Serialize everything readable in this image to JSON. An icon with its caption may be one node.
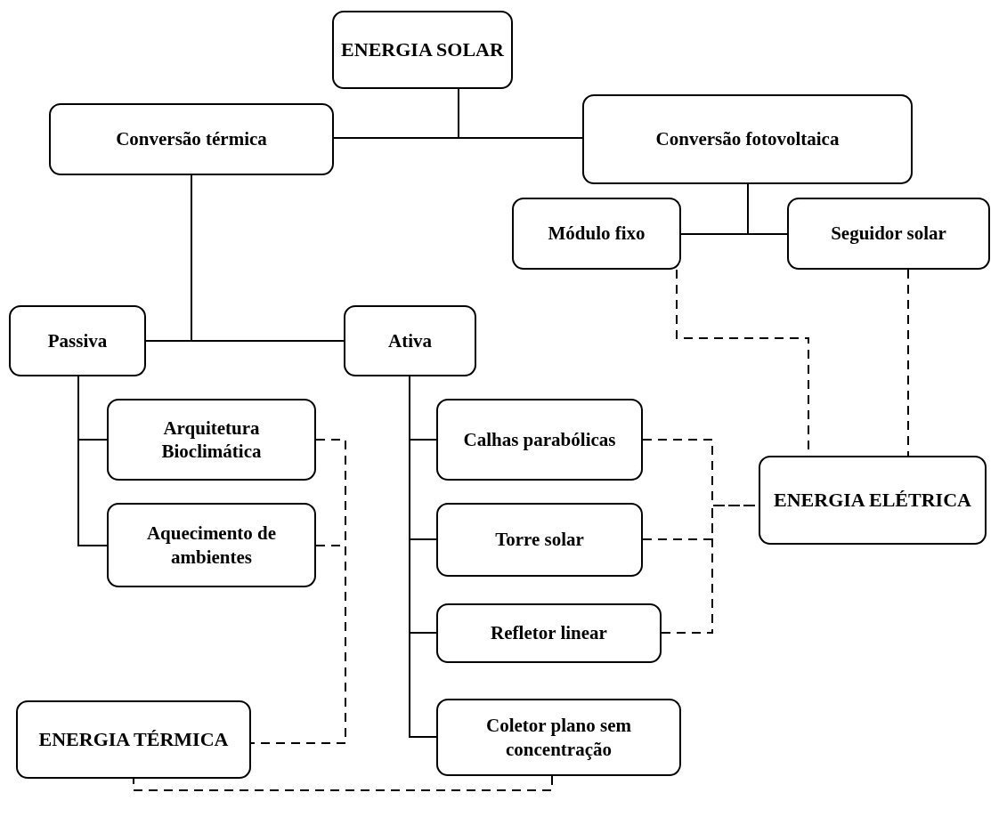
{
  "diagram": {
    "nodes": [
      {
        "text": [
          "ENERGIA SOLAR"
        ]
      },
      {
        "text": [
          "Conversão térmica"
        ]
      },
      {
        "text": [
          "Conversão fotovoltaica"
        ]
      },
      {
        "text": [
          "Módulo fixo"
        ]
      },
      {
        "text": [
          "Seguidor solar"
        ]
      },
      {
        "text": [
          "Passiva"
        ]
      },
      {
        "text": [
          "Ativa"
        ]
      },
      {
        "text": [
          "Arquitetura Bioclimática"
        ]
      },
      {
        "text": [
          "Aquecimento de ambientes"
        ]
      },
      {
        "text": [
          "Calhas parabólicas"
        ]
      },
      {
        "text": [
          "Torre solar"
        ]
      },
      {
        "text": [
          "Refletor linear"
        ]
      },
      {
        "text": [
          "Coletor plano sem concentração"
        ]
      },
      {
        "text": [
          "ENERGIA ELÉTRICA"
        ]
      },
      {
        "text": [
          "ENERGIA TÉRMICA"
        ]
      }
    ],
    "edges": [
      {
        "from": 0,
        "to": 1,
        "arrow": "none"
      },
      {
        "from": 0,
        "to": 2,
        "arrow": "none"
      },
      {
        "from": 2,
        "to": 3,
        "arrow": "none"
      },
      {
        "from": 2,
        "to": 4,
        "arrow": "none"
      },
      {
        "from": 1,
        "to": 5,
        "arrow": "none"
      },
      {
        "from": 1,
        "to": 6,
        "arrow": "none"
      },
      {
        "from": 5,
        "to": 7,
        "arrow": "none"
      },
      {
        "from": 5,
        "to": 8,
        "arrow": "none"
      },
      {
        "from": 6,
        "to": 9,
        "arrow": "none"
      },
      {
        "from": 6,
        "to": 10,
        "arrow": "none"
      },
      {
        "from": 6,
        "to": 11,
        "arrow": "none"
      },
      {
        "from": 6,
        "to": 12,
        "arrow": "none"
      },
      {
        "from": 3,
        "to": 13,
        "arrow": "none",
        "style": "dashed"
      },
      {
        "from": 4,
        "to": 13,
        "arrow": "none",
        "style": "dashed"
      },
      {
        "from": 9,
        "to": 13,
        "arrow": "none",
        "style": "dashed"
      },
      {
        "from": 10,
        "to": 13,
        "arrow": "none",
        "style": "dashed"
      },
      {
        "from": 11,
        "to": 13,
        "arrow": "none",
        "style": "dashed"
      },
      {
        "from": 7,
        "to": 14,
        "arrow": "none",
        "style": "dashed"
      },
      {
        "from": 8,
        "to": 14,
        "arrow": "none",
        "style": "dashed"
      },
      {
        "from": 12,
        "to": 14,
        "arrow": "none",
        "style": "dashed"
      }
    ]
  }
}
